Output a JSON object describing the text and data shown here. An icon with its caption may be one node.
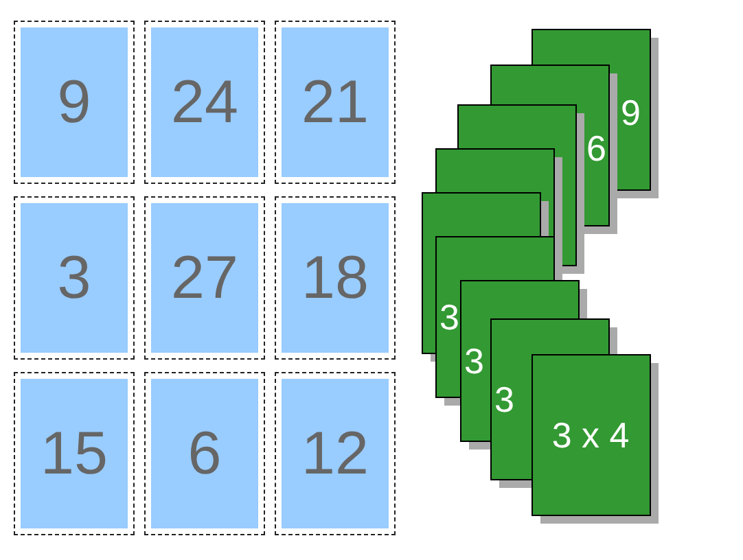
{
  "diagram": {
    "nodes": [
      {
        "text": [
          "9"
        ]
      },
      {
        "text": [
          "24"
        ]
      },
      {
        "text": [
          "21"
        ]
      },
      {
        "text": [
          "3"
        ]
      },
      {
        "text": [
          "27"
        ]
      },
      {
        "text": [
          "18"
        ]
      },
      {
        "text": [
          "15"
        ]
      },
      {
        "text": [
          "6"
        ]
      },
      {
        "text": [
          "12"
        ]
      },
      {
        "text": [
          "9"
        ]
      },
      {
        "text": [
          "6"
        ]
      },
      {
        "text": [],
        "shape": "box"
      },
      {
        "text": [],
        "shape": "box"
      },
      {
        "text": [],
        "shape": "box"
      },
      {
        "text": [
          "3"
        ]
      },
      {
        "text": [
          "3"
        ]
      },
      {
        "text": [
          "3"
        ]
      },
      {
        "text": [
          "3 x 4"
        ]
      }
    ]
  }
}
